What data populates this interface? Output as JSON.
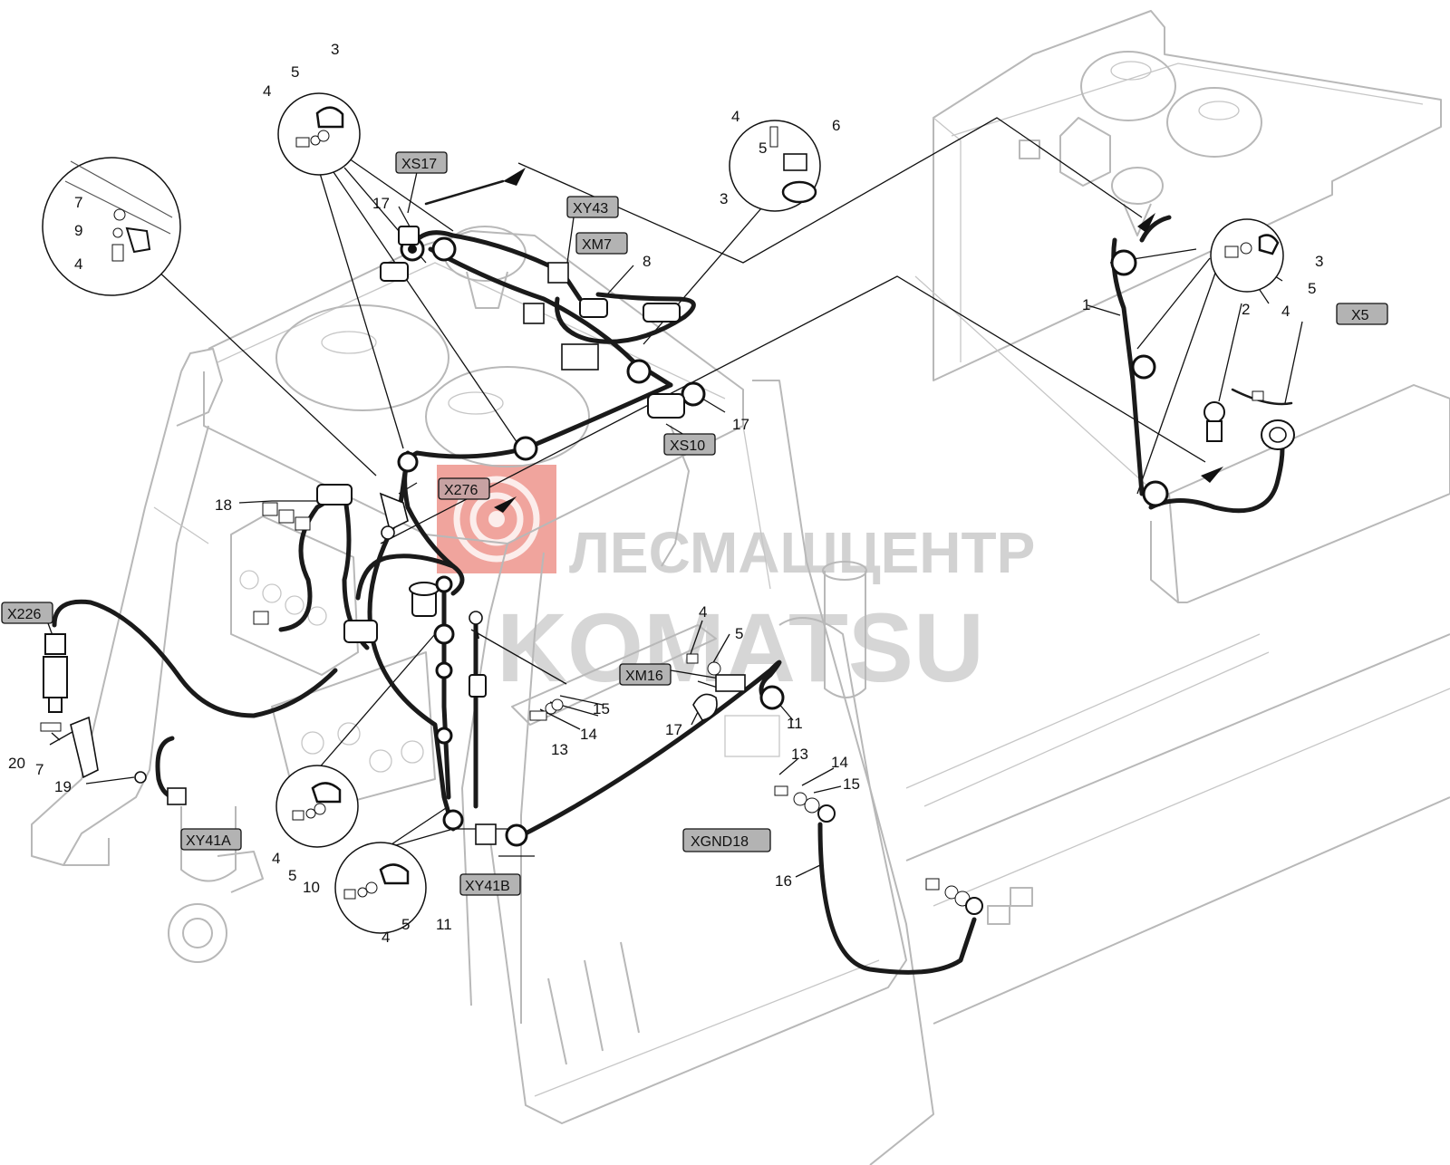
{
  "watermark": {
    "line1": "ЛЕСМАШЦЕНТР",
    "line2": "KOMATSU",
    "logo_color": "#e35a4d",
    "text_color": "#b5b5b5"
  },
  "connector_tags": [
    {
      "id": "xs17",
      "label": "XS17"
    },
    {
      "id": "xy43",
      "label": "XY43"
    },
    {
      "id": "xm7",
      "label": "XM7"
    },
    {
      "id": "xs10",
      "label": "XS10"
    },
    {
      "id": "x276",
      "label": "X276"
    },
    {
      "id": "x226",
      "label": "X226"
    },
    {
      "id": "xm16",
      "label": "XM16"
    },
    {
      "id": "xy41a",
      "label": "XY41A"
    },
    {
      "id": "xy41b",
      "label": "XY41B"
    },
    {
      "id": "xgnd18",
      "label": "XGND18"
    },
    {
      "id": "x5",
      "label": "X5"
    }
  ],
  "part_numbers": [
    {
      "id": "n3a",
      "text": "3"
    },
    {
      "id": "n5a",
      "text": "5"
    },
    {
      "id": "n4a",
      "text": "4"
    },
    {
      "id": "n7a",
      "text": "7"
    },
    {
      "id": "n9a",
      "text": "9"
    },
    {
      "id": "n4b",
      "text": "4"
    },
    {
      "id": "n17a",
      "text": "17"
    },
    {
      "id": "n4c",
      "text": "4"
    },
    {
      "id": "n5c",
      "text": "5"
    },
    {
      "id": "n6c",
      "text": "6"
    },
    {
      "id": "n3c",
      "text": "3"
    },
    {
      "id": "n8",
      "text": "8"
    },
    {
      "id": "n17b",
      "text": "17"
    },
    {
      "id": "n3d",
      "text": "3"
    },
    {
      "id": "n5d",
      "text": "5"
    },
    {
      "id": "n4d",
      "text": "4"
    },
    {
      "id": "n1",
      "text": "1"
    },
    {
      "id": "n2",
      "text": "2"
    },
    {
      "id": "n18",
      "text": "18"
    },
    {
      "id": "n20",
      "text": "20"
    },
    {
      "id": "n7b",
      "text": "7"
    },
    {
      "id": "n19",
      "text": "19"
    },
    {
      "id": "n4e",
      "text": "4"
    },
    {
      "id": "n5e",
      "text": "5"
    },
    {
      "id": "n15a",
      "text": "15"
    },
    {
      "id": "n13a",
      "text": "13"
    },
    {
      "id": "n14a",
      "text": "14"
    },
    {
      "id": "n17c",
      "text": "17"
    },
    {
      "id": "n11a",
      "text": "11"
    },
    {
      "id": "n13b",
      "text": "13"
    },
    {
      "id": "n14b",
      "text": "14"
    },
    {
      "id": "n15b",
      "text": "15"
    },
    {
      "id": "n4f",
      "text": "4"
    },
    {
      "id": "n5f",
      "text": "5"
    },
    {
      "id": "n10",
      "text": "10"
    },
    {
      "id": "n4g",
      "text": "4"
    },
    {
      "id": "n5g",
      "text": "5"
    },
    {
      "id": "n11b",
      "text": "11"
    },
    {
      "id": "n16",
      "text": "16"
    }
  ]
}
